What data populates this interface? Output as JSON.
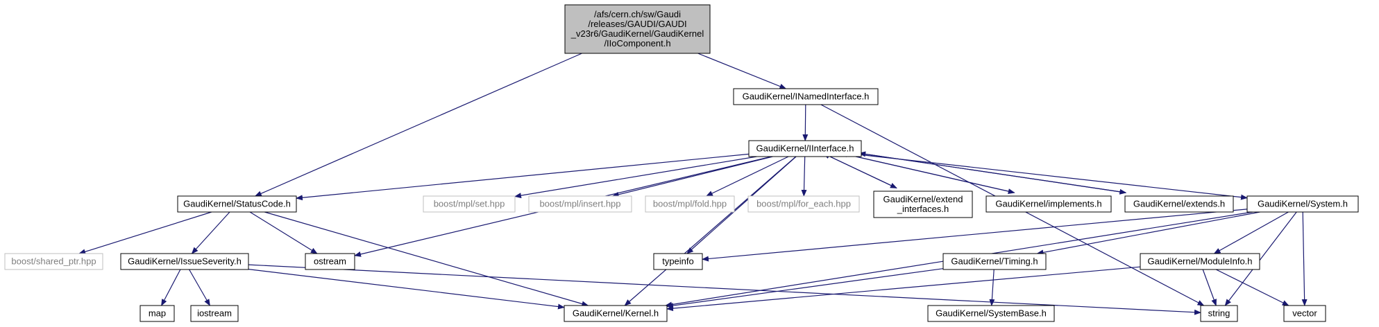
{
  "colors": {
    "edge": "#191970",
    "node_border": "#000000",
    "external_border": "#bfbfbf",
    "root_fill": "#bfbfbf",
    "node_text": "#000000",
    "external_text": "#7f7f7f",
    "background": "#ffffff"
  },
  "nodes": [
    {
      "id": "root",
      "lines": [
        "/afs/cern.ch/sw/Gaudi",
        "/releases/GAUDI/GAUDI",
        "_v23r6/GaudiKernel/GaudiKernel",
        "/IIoComponent.h"
      ],
      "kind": "root"
    },
    {
      "id": "inamed",
      "lines": [
        "GaudiKernel/INamedInterface.h"
      ],
      "kind": "header"
    },
    {
      "id": "iinterface",
      "lines": [
        "GaudiKernel/IInterface.h"
      ],
      "kind": "header"
    },
    {
      "id": "statuscode",
      "lines": [
        "GaudiKernel/StatusCode.h"
      ],
      "kind": "header"
    },
    {
      "id": "mplset",
      "lines": [
        "boost/mpl/set.hpp"
      ],
      "kind": "external"
    },
    {
      "id": "mplinsert",
      "lines": [
        "boost/mpl/insert.hpp"
      ],
      "kind": "external"
    },
    {
      "id": "mplfold",
      "lines": [
        "boost/mpl/fold.hpp"
      ],
      "kind": "external"
    },
    {
      "id": "mplforeach",
      "lines": [
        "boost/mpl/for_each.hpp"
      ],
      "kind": "external"
    },
    {
      "id": "extendif",
      "lines": [
        "GaudiKernel/extend",
        "_interfaces.h"
      ],
      "kind": "header"
    },
    {
      "id": "implements",
      "lines": [
        "GaudiKernel/implements.h"
      ],
      "kind": "header"
    },
    {
      "id": "extends",
      "lines": [
        "GaudiKernel/extends.h"
      ],
      "kind": "header"
    },
    {
      "id": "system",
      "lines": [
        "GaudiKernel/System.h"
      ],
      "kind": "header"
    },
    {
      "id": "sharedptr",
      "lines": [
        "boost/shared_ptr.hpp"
      ],
      "kind": "external"
    },
    {
      "id": "issue",
      "lines": [
        "GaudiKernel/IssueSeverity.h"
      ],
      "kind": "header"
    },
    {
      "id": "ostream",
      "lines": [
        "ostream"
      ],
      "kind": "header"
    },
    {
      "id": "typeinfo",
      "lines": [
        "typeinfo"
      ],
      "kind": "header"
    },
    {
      "id": "timing",
      "lines": [
        "GaudiKernel/Timing.h"
      ],
      "kind": "header"
    },
    {
      "id": "moduleinfo",
      "lines": [
        "GaudiKernel/ModuleInfo.h"
      ],
      "kind": "header"
    },
    {
      "id": "map",
      "lines": [
        "map"
      ],
      "kind": "header"
    },
    {
      "id": "iostream",
      "lines": [
        "iostream"
      ],
      "kind": "header"
    },
    {
      "id": "kernel",
      "lines": [
        "GaudiKernel/Kernel.h"
      ],
      "kind": "header"
    },
    {
      "id": "systembase",
      "lines": [
        "GaudiKernel/SystemBase.h"
      ],
      "kind": "header"
    },
    {
      "id": "string",
      "lines": [
        "string"
      ],
      "kind": "header"
    },
    {
      "id": "vector",
      "lines": [
        "vector"
      ],
      "kind": "header"
    }
  ],
  "edges": [
    {
      "from": "root",
      "to": "inamed"
    },
    {
      "from": "root",
      "to": "statuscode"
    },
    {
      "from": "inamed",
      "to": "iinterface"
    },
    {
      "from": "inamed",
      "to": "string"
    },
    {
      "from": "iinterface",
      "to": "statuscode"
    },
    {
      "from": "iinterface",
      "to": "ostream"
    },
    {
      "from": "iinterface",
      "to": "kernel"
    },
    {
      "from": "iinterface",
      "to": "typeinfo"
    },
    {
      "from": "iinterface",
      "to": "mplset"
    },
    {
      "from": "iinterface",
      "to": "mplinsert"
    },
    {
      "from": "iinterface",
      "to": "mplfold"
    },
    {
      "from": "iinterface",
      "to": "mplforeach"
    },
    {
      "from": "iinterface",
      "to": "extendif"
    },
    {
      "from": "extendif",
      "to": "iinterface"
    },
    {
      "from": "iinterface",
      "to": "implements"
    },
    {
      "from": "implements",
      "to": "iinterface"
    },
    {
      "from": "iinterface",
      "to": "extends"
    },
    {
      "from": "extends",
      "to": "iinterface"
    },
    {
      "from": "iinterface",
      "to": "system"
    },
    {
      "from": "statuscode",
      "to": "sharedptr"
    },
    {
      "from": "statuscode",
      "to": "issue"
    },
    {
      "from": "statuscode",
      "to": "ostream"
    },
    {
      "from": "statuscode",
      "to": "kernel"
    },
    {
      "from": "issue",
      "to": "map"
    },
    {
      "from": "issue",
      "to": "iostream"
    },
    {
      "from": "issue",
      "to": "kernel"
    },
    {
      "from": "issue",
      "to": "string"
    },
    {
      "from": "system",
      "to": "typeinfo"
    },
    {
      "from": "system",
      "to": "kernel"
    },
    {
      "from": "system",
      "to": "timing"
    },
    {
      "from": "system",
      "to": "moduleinfo"
    },
    {
      "from": "system",
      "to": "string"
    },
    {
      "from": "system",
      "to": "vector"
    },
    {
      "from": "timing",
      "to": "kernel"
    },
    {
      "from": "timing",
      "to": "systembase"
    },
    {
      "from": "moduleinfo",
      "to": "kernel"
    },
    {
      "from": "moduleinfo",
      "to": "string"
    },
    {
      "from": "moduleinfo",
      "to": "vector"
    }
  ]
}
